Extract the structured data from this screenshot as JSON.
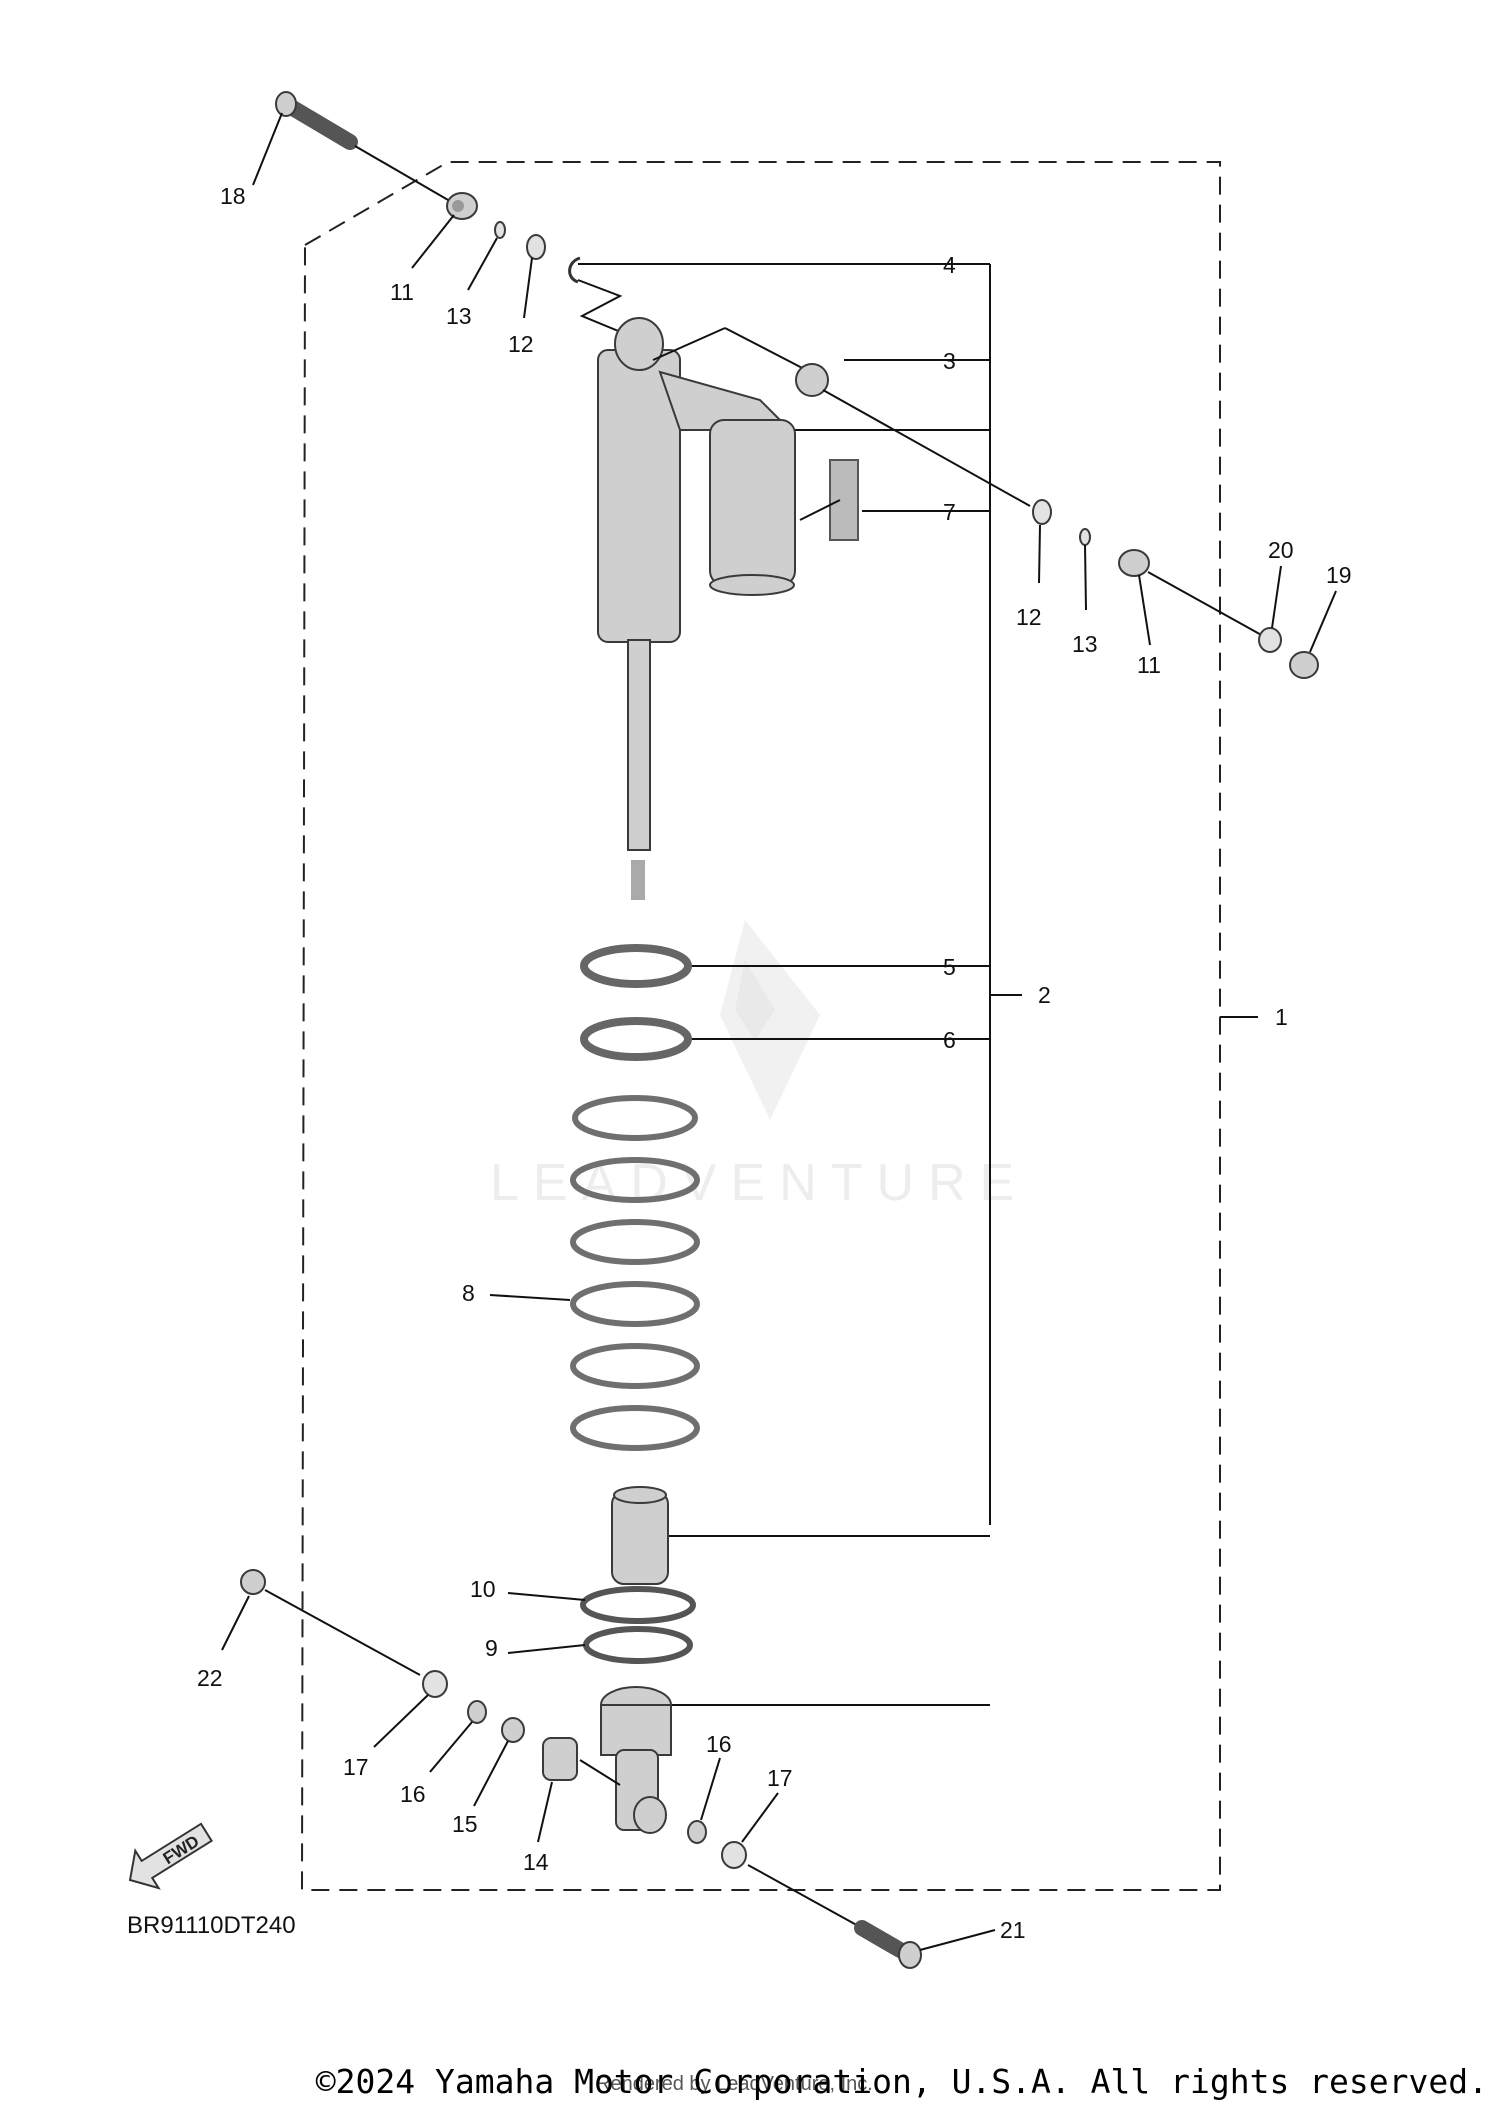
{
  "diagram_code": "BR91110DT240",
  "fwd_label": "FWD",
  "watermark": "LEADVENTURE",
  "callouts": {
    "n1": "1",
    "n2": "2",
    "n3": "3",
    "n4": "4",
    "n5": "5",
    "n6": "6",
    "n7": "7",
    "n8": "8",
    "n9": "9",
    "n10": "10",
    "n11a": "11",
    "n11b": "11",
    "n12a": "12",
    "n12b": "12",
    "n13a": "13",
    "n13b": "13",
    "n14": "14",
    "n15": "15",
    "n16a": "16",
    "n16b": "16",
    "n17a": "17",
    "n17b": "17",
    "n18": "18",
    "n19": "19",
    "n20": "20",
    "n21": "21",
    "n22": "22"
  },
  "footer": {
    "copyright": "©2024 Yamaha Motor Corporation, U.S.A. All rights reserved.",
    "rendered_by": "Rendered by LeadVenture, Inc."
  }
}
